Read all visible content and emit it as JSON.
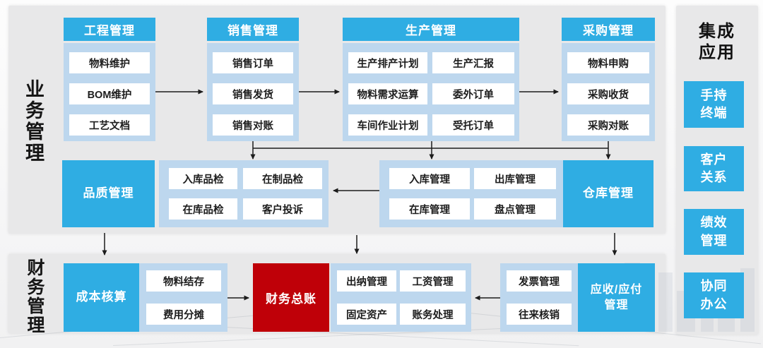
{
  "labels": {
    "business": "业务管理",
    "finance": "财务管理",
    "integration": "集成\n应用"
  },
  "top_groups": [
    {
      "title": "工程管理",
      "items": [
        "物料维护",
        "BOM维护",
        "工艺文档"
      ]
    },
    {
      "title": "销售管理",
      "items": [
        "销售订单",
        "销售发货",
        "销售对账"
      ]
    },
    {
      "title": "生产管理",
      "items_left": [
        "生产排产计划",
        "物料需求运算",
        "车间作业计划"
      ],
      "items_right": [
        "生产汇报",
        "委外订单",
        "受托订单"
      ]
    },
    {
      "title": "采购管理",
      "items": [
        "物料申购",
        "采购收货",
        "采购对账"
      ]
    }
  ],
  "middle_row": {
    "quality_title": "品质管理",
    "quality_items": [
      "入库品检",
      "在制品检",
      "在库品检",
      "客户投诉"
    ],
    "warehouse_items": [
      "入库管理",
      "出库管理",
      "在库管理",
      "盘点管理"
    ],
    "warehouse_title": "仓库管理"
  },
  "bottom_row": {
    "cost_title": "成本核算",
    "cost_items": [
      "物料结存",
      "费用分摊"
    ],
    "ledger_title": "财务总账",
    "ledger_items": [
      "出纳管理",
      "工资管理",
      "固定资产",
      "账务处理"
    ],
    "invoice_items": [
      "发票管理",
      "往来核销"
    ],
    "receivable_title": "应收/应付\n管理"
  },
  "integration_apps": [
    "手持\n终端",
    "客户\n关系",
    "绩效\n管理",
    "协同\n办公"
  ],
  "colors": {
    "accent_blue": "#2fade3",
    "panel_light_blue": "#bdd7ee",
    "accent_red": "#bf0008",
    "panel_gray": "#e8e8e9"
  }
}
